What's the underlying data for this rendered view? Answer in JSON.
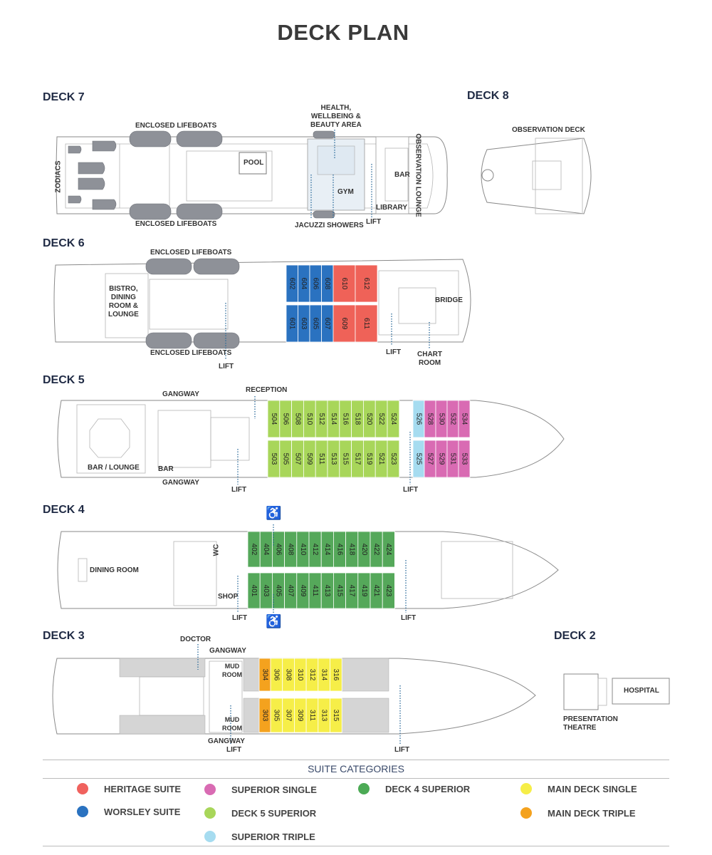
{
  "title": "DECK PLAN",
  "decks": {
    "deck7": "DECK 7",
    "deck8": "DECK 8",
    "deck6": "DECK 6",
    "deck5": "DECK 5",
    "deck4": "DECK 4",
    "deck3": "DECK 3",
    "deck2": "DECK 2"
  },
  "labels": {
    "enclosed_lifeboats": "ENCLOSED LIFEBOATS",
    "zodiacs": "ZODIACS",
    "pool": "POOL",
    "health": "HEALTH,\nWELLBEING &\nBEAUTY AREA",
    "gym": "GYM",
    "jacuzzi": "JACUZZI",
    "showers": "SHOWERS",
    "lift": "LIFT",
    "bar": "BAR",
    "library": "LIBRARY",
    "observation_lounge": "OBSERVATION LOUNGE",
    "observation_deck": "OBSERVATION DECK",
    "bistro": "BISTRO,\nDINING\nROOM &\nLOUNGE",
    "bridge": "BRIDGE",
    "chart_room": "CHART\nROOM",
    "gangway": "GANGWAY",
    "reception": "RECEPTION",
    "bar_lounge": "BAR / LOUNGE",
    "dining_room": "DINING ROOM",
    "wc": "WC",
    "shop": "SHOP",
    "doctor": "DOCTOR",
    "mud_room": "MUD\nROOM",
    "hospital": "HOSPITAL",
    "presentation_theatre": "PRESENTATION\nTHEATRE"
  },
  "cabins": {
    "deck6_worsley_top": [
      "602",
      "604",
      "606",
      "608"
    ],
    "deck6_worsley_bottom": [
      "601",
      "603",
      "605",
      "607"
    ],
    "deck6_heritage_top": [
      "610",
      "612"
    ],
    "deck6_heritage_bottom": [
      "609",
      "611"
    ],
    "deck5_top": [
      "504",
      "506",
      "508",
      "510",
      "512",
      "514",
      "516",
      "518",
      "520",
      "522",
      "524"
    ],
    "deck5_bottom": [
      "503",
      "505",
      "507",
      "509",
      "511",
      "513",
      "515",
      "517",
      "519",
      "521",
      "523"
    ],
    "deck5_triple_top": [
      "526"
    ],
    "deck5_triple_bottom": [
      "525"
    ],
    "deck5_single_top": [
      "528",
      "530",
      "532",
      "534"
    ],
    "deck5_single_bottom": [
      "527",
      "529",
      "531",
      "533"
    ],
    "deck4_top": [
      "402",
      "404",
      "406",
      "408",
      "410",
      "412",
      "414",
      "416",
      "418",
      "420",
      "422",
      "424"
    ],
    "deck4_bottom": [
      "401",
      "403",
      "405",
      "407",
      "409",
      "411",
      "413",
      "415",
      "417",
      "419",
      "421",
      "423"
    ],
    "deck3_triple_top": [
      "304"
    ],
    "deck3_triple_bottom": [
      "303"
    ],
    "deck3_single_top": [
      "306",
      "308",
      "310",
      "312",
      "314",
      "316"
    ],
    "deck3_single_bottom": [
      "305",
      "307",
      "309",
      "311",
      "313",
      "315"
    ]
  },
  "legend": {
    "title": "SUITE CATEGORIES",
    "items": [
      {
        "label": "HERITAGE SUITE",
        "color": "#f0625e"
      },
      {
        "label": "WORSLEY SUITE",
        "color": "#2a72c0"
      },
      {
        "label": "SUPERIOR SINGLE",
        "color": "#d96bb3"
      },
      {
        "label": "DECK 5 SUPERIOR",
        "color": "#a8d65a"
      },
      {
        "label": "SUPERIOR TRIPLE",
        "color": "#a6dcf0"
      },
      {
        "label": "DECK 4 SUPERIOR",
        "color": "#4caa55"
      },
      {
        "label": "MAIN DECK SINGLE",
        "color": "#f6ee48"
      },
      {
        "label": "MAIN DECK TRIPLE",
        "color": "#f4a21e"
      }
    ]
  },
  "colors": {
    "heritage": "#ef6258",
    "worsley": "#2a72c0",
    "superior_single": "#d96bb3",
    "deck5_superior": "#a8d65a",
    "superior_triple": "#a6dcf0",
    "deck4_superior": "#55a85a",
    "main_single": "#f6ee48",
    "main_triple": "#f4a21e"
  }
}
